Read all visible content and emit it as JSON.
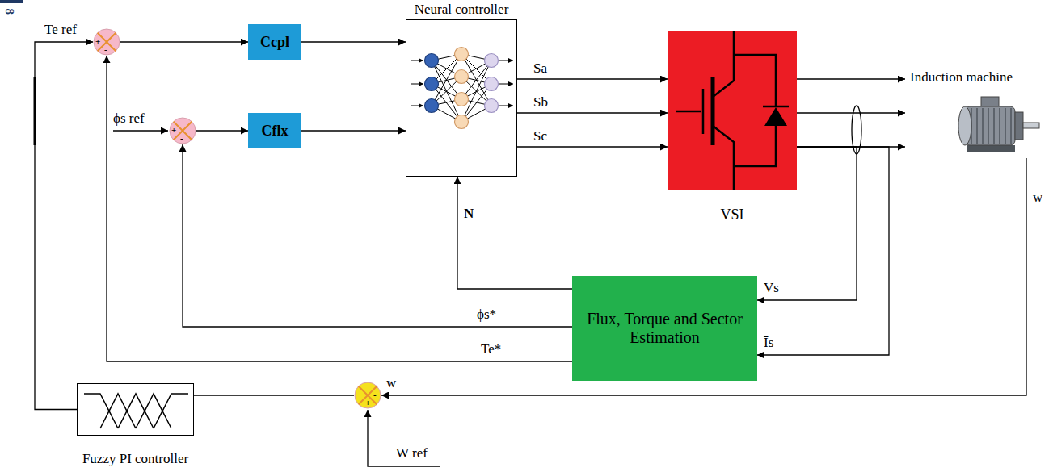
{
  "diagram": {
    "nodes": [
      {
        "text": [
          "+",
          "-"
        ]
      },
      {
        "text": [
          "Ccpl"
        ]
      },
      {
        "text": [
          "Neural controller"
        ]
      },
      {
        "text": [
          "VSI"
        ]
      },
      {
        "text": [
          "Induction machine"
        ]
      },
      {
        "text": [
          "+",
          "-"
        ]
      },
      {
        "text": [
          "Cflx"
        ]
      },
      {
        "text": [
          "Flux, Torque and Sector Estimation"
        ]
      },
      {
        "text": [
          "Fuzzy PI controller"
        ]
      },
      {
        "text": [
          "-",
          "+"
        ]
      }
    ],
    "edges": [
      {
        "from": 8,
        "to": 0,
        "arrow": "to",
        "label": "Te ref"
      },
      {
        "from": 0,
        "to": 1,
        "arrow": "to"
      },
      {
        "from": 5,
        "to": 6,
        "arrow": "to"
      },
      {
        "from": 1,
        "to": 2,
        "arrow": "to"
      },
      {
        "from": 6,
        "to": 2,
        "arrow": "to"
      },
      {
        "from": 2,
        "to": 3,
        "arrow": "to",
        "label": "Sa"
      },
      {
        "from": 2,
        "to": 3,
        "arrow": "to",
        "label": "Sb"
      },
      {
        "from": 2,
        "to": 3,
        "arrow": "to",
        "label": "Sc"
      },
      {
        "from": 3,
        "to": 4,
        "arrow": "to"
      },
      {
        "from": 3,
        "to": 4,
        "arrow": "to"
      },
      {
        "from": 3,
        "to": 4,
        "arrow": "to"
      },
      {
        "from": 3,
        "to": 7,
        "arrow": "to",
        "label": "V̄s"
      },
      {
        "from": 3,
        "to": 7,
        "arrow": "to",
        "label": "Īs"
      },
      {
        "from": 7,
        "to": 2,
        "arrow": "to",
        "label": "N"
      },
      {
        "from": 7,
        "to": 5,
        "arrow": "to",
        "label": "ϕs*"
      },
      {
        "from": 7,
        "to": 0,
        "arrow": "to",
        "label": "Te*"
      },
      {
        "from": 4,
        "to": 9,
        "arrow": "to",
        "label": "w"
      },
      {
        "from": 9,
        "to": 8,
        "arrow": "none"
      }
    ],
    "labels": [
      "8",
      "ϕs ref",
      "W ref",
      "w"
    ]
  }
}
